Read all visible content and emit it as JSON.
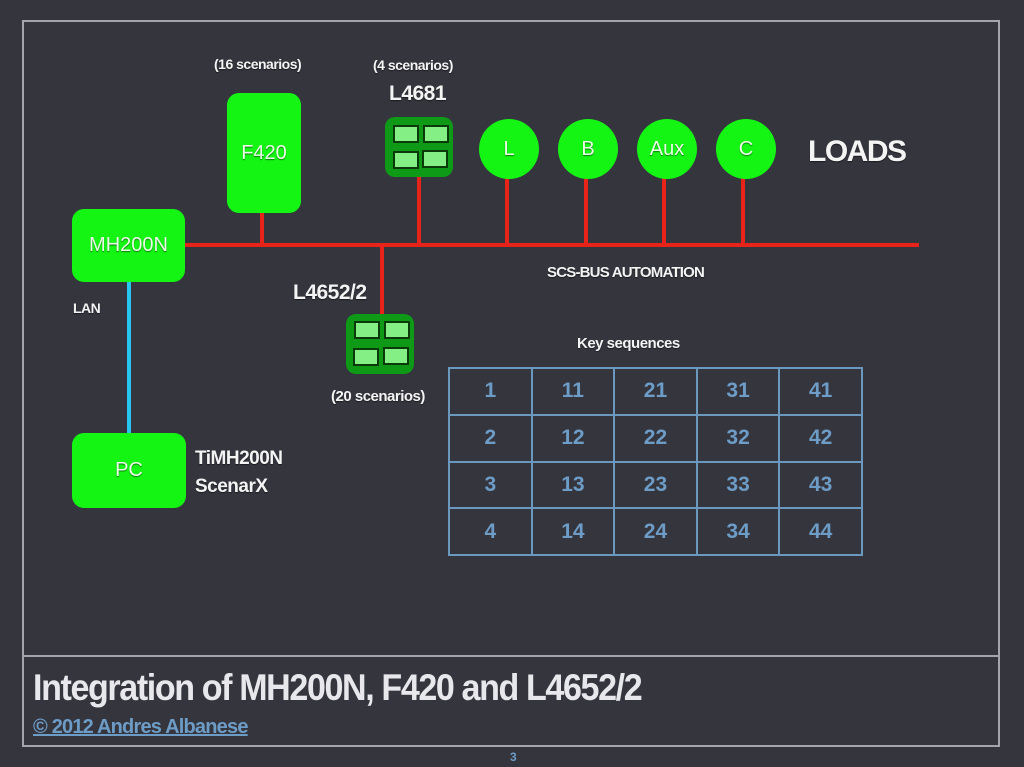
{
  "slide": {
    "title": "Integration of MH200N, F420 and L4652/2",
    "author": "© 2012 Andres Albanese",
    "page_number": "3"
  },
  "diagram": {
    "devices": {
      "mh200n": "MH200N",
      "f420": "F420",
      "f420_note": "(16 scenarios)",
      "l4681": "L4681",
      "l4681_note": "(4 scenarios)",
      "l4652": "L4652/2",
      "l4652_note": "(20 scenarios)",
      "pc": "PC",
      "pc_software": [
        "TiMH200N",
        "ScenarX"
      ]
    },
    "loads": [
      "L",
      "B",
      "Aux",
      "C"
    ],
    "loads_label": "LOADS",
    "bus_label": "SCS-BUS AUTOMATION",
    "lan_label": "LAN",
    "colors": {
      "bus": "#e8231a",
      "lan": "#29c6f0",
      "device": "#14f514",
      "keypad": "#0e9a16",
      "table": "#6d9cc6"
    }
  },
  "key_sequences": {
    "title": "Key sequences",
    "rows": [
      [
        "1",
        "11",
        "21",
        "31",
        "41"
      ],
      [
        "2",
        "12",
        "22",
        "32",
        "42"
      ],
      [
        "3",
        "13",
        "23",
        "33",
        "43"
      ],
      [
        "4",
        "14",
        "24",
        "34",
        "44"
      ]
    ]
  }
}
